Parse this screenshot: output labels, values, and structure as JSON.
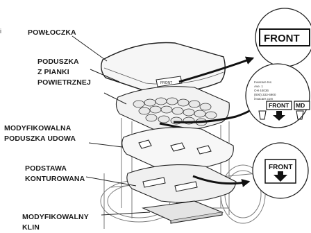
{
  "page_edge_text": "i",
  "labels": {
    "cover": [
      "POWŁOCZKA"
    ],
    "air_cushion": [
      "PODUSZKA",
      "Z PIANKI",
      "POWIETRZNEJ"
    ],
    "thigh_cushion": [
      "MODYFIKOWALNA",
      "PODUSZKA UDOWA"
    ],
    "base": [
      "PODSTAWA",
      "KONTUROWANA"
    ],
    "wedge": [
      "MODYFIKOWALNY",
      "KLIN"
    ]
  },
  "diagram": {
    "small_front": "FRONT",
    "callout1_text": "FRONT",
    "callout2_text": "FRONT",
    "callout2_md": "MD",
    "callout3_text": "FRONT",
    "label_lines": [
      "Invacare Inc.",
      "Ave. 1",
      "OH 44036",
      "(800) 333-6900",
      "invacare.com"
    ],
    "icons": [
      "down-arrow-icon",
      "washing-icon",
      "bin-icon"
    ]
  }
}
